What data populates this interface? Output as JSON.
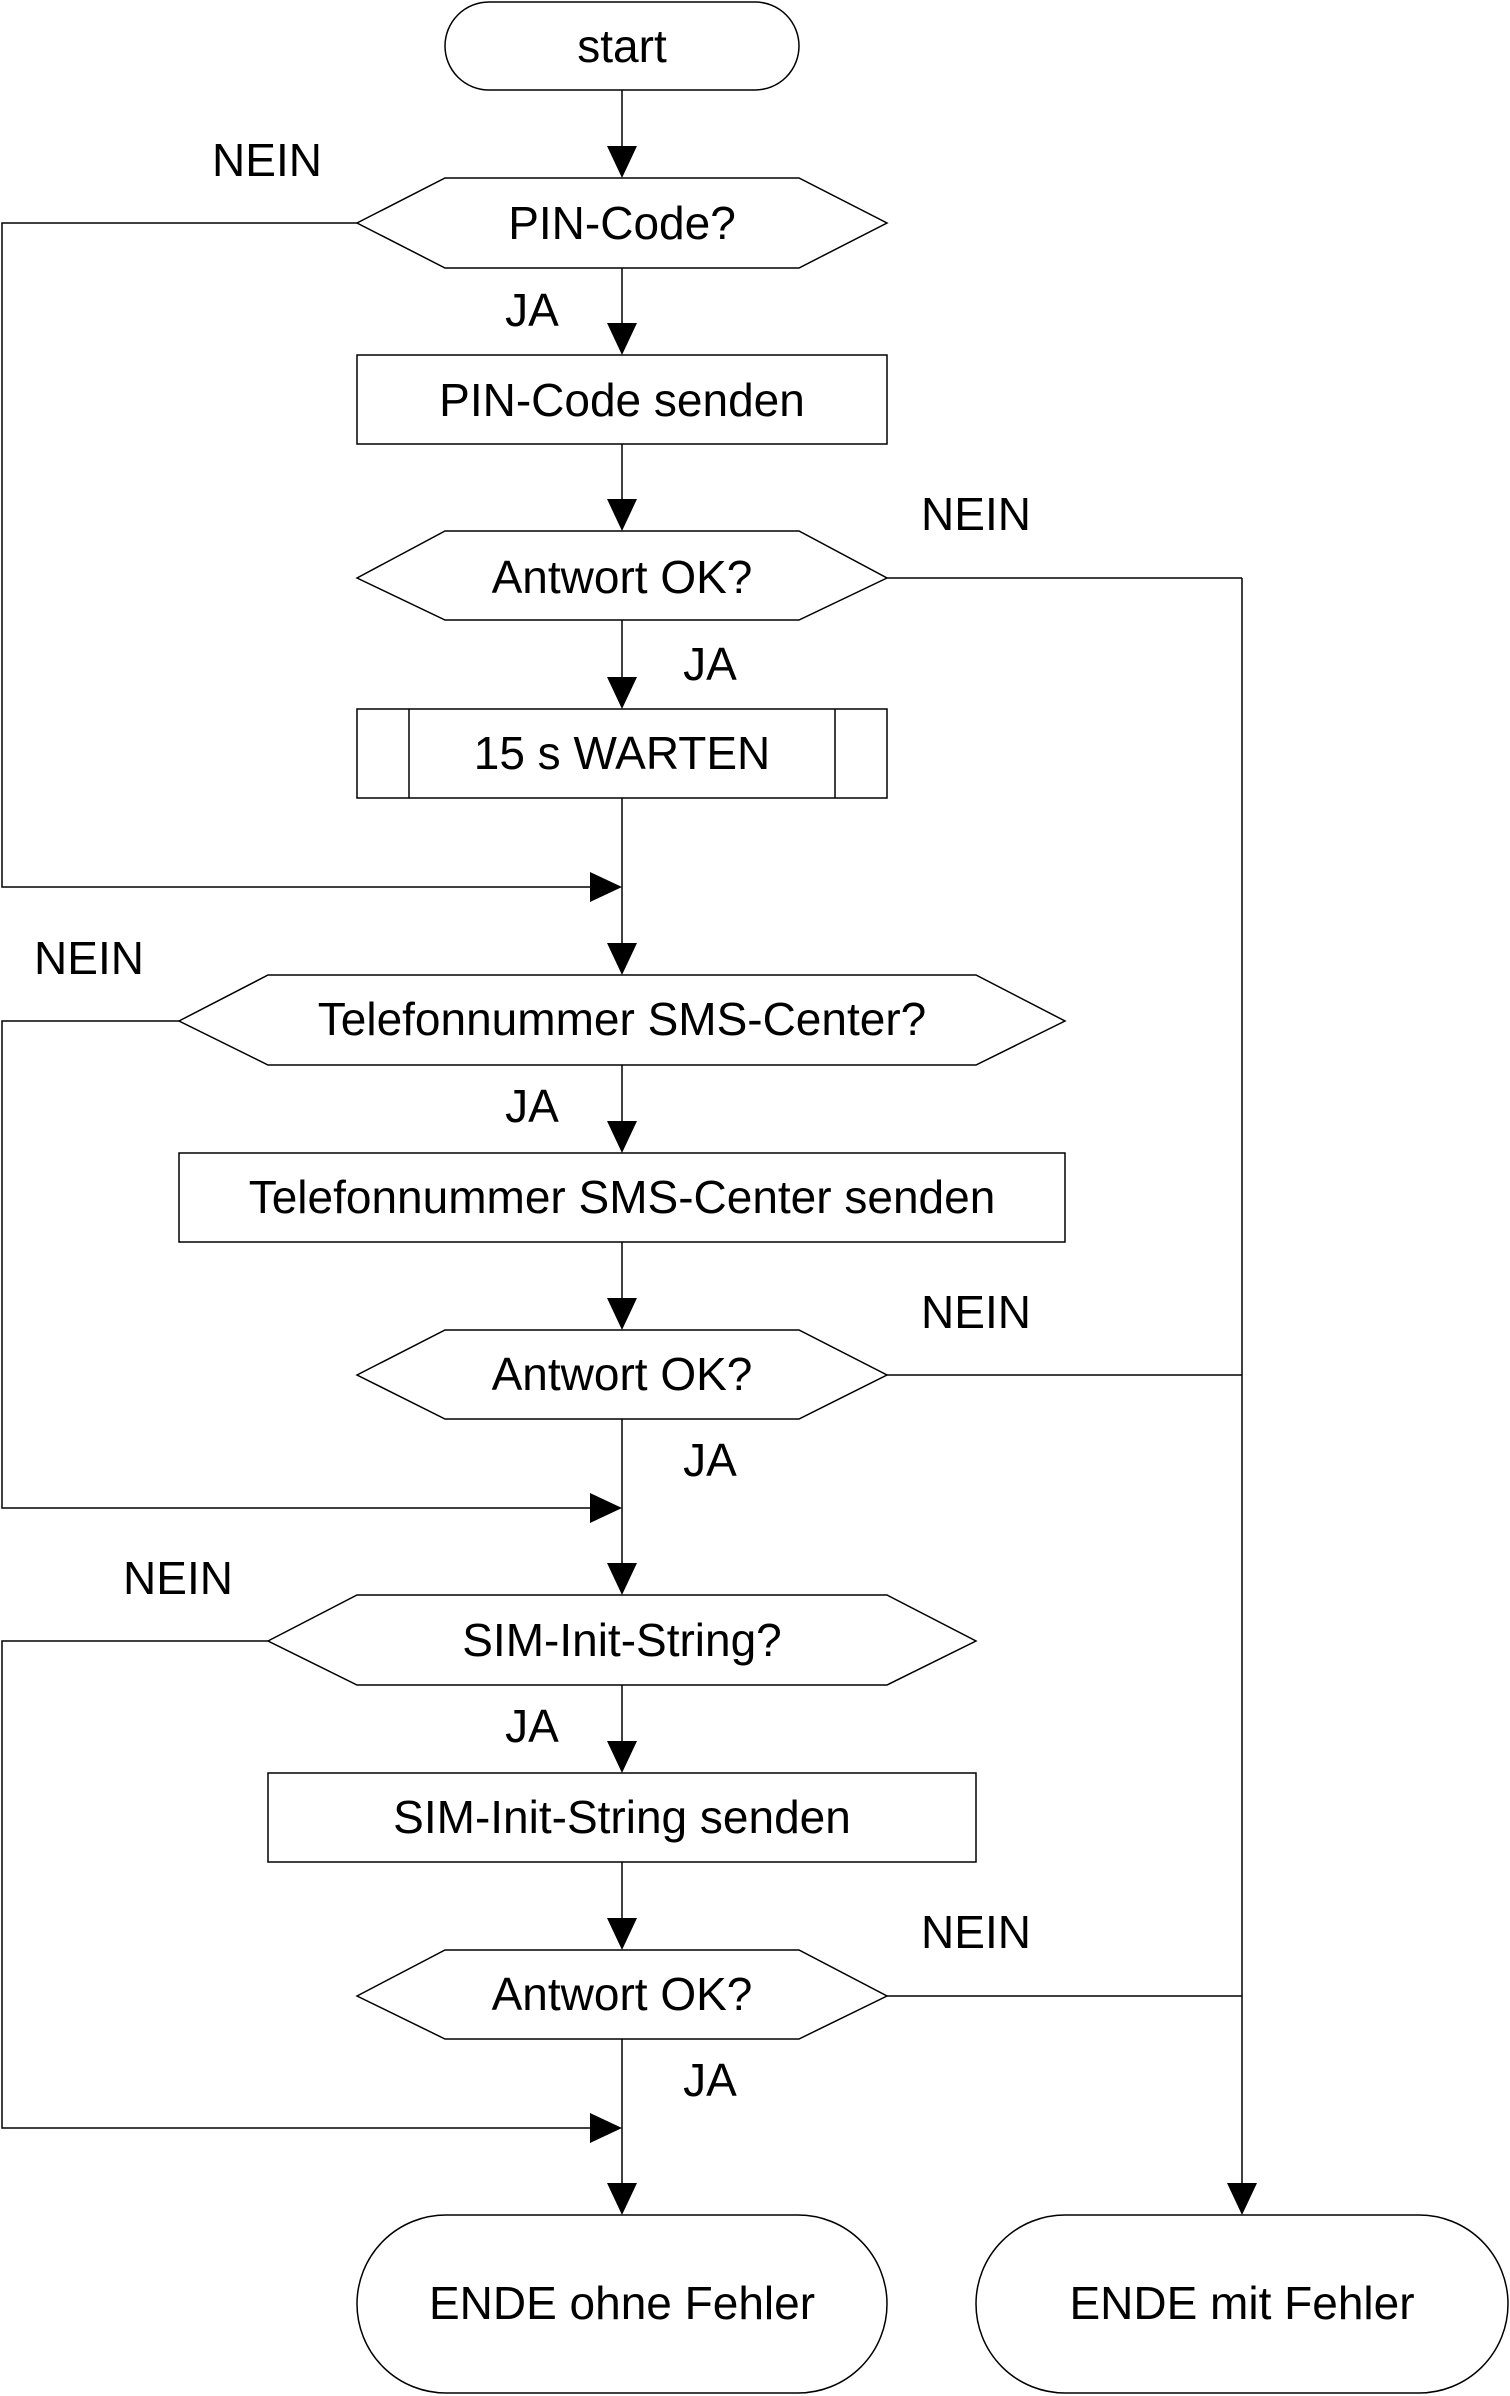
{
  "diagram": {
    "nodes": {
      "start": "start",
      "q_pin": "PIN-Code?",
      "send_pin": "PIN-Code senden",
      "ok1": "Antwort OK?",
      "wait": "15 s WARTEN",
      "q_sms": "Telefonnummer SMS-Center?",
      "send_sms": "Telefonnummer SMS-Center senden",
      "ok2": "Antwort OK?",
      "q_sim": "SIM-Init-String?",
      "send_sim": "SIM-Init-String senden",
      "ok3": "Antwort OK?",
      "end_ok": "ENDE ohne Fehler",
      "end_err": "ENDE mit Fehler"
    },
    "labels": {
      "yes": "JA",
      "no": "NEIN"
    }
  }
}
